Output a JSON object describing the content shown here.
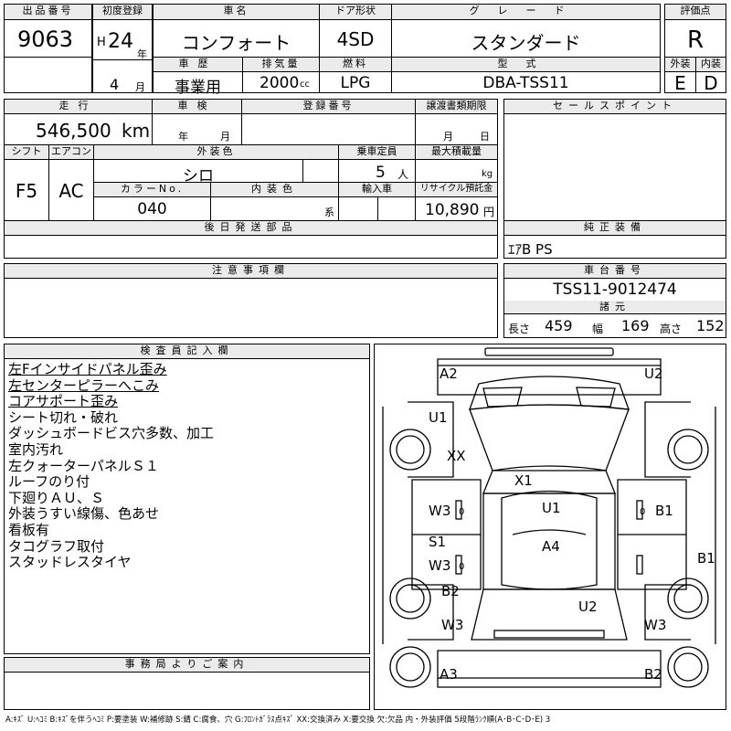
{
  "header": {
    "lot_label": "出品番号",
    "lot_value": "9063",
    "first_reg_label": "初度登録",
    "era": "H",
    "year": "24",
    "year_unit": "年",
    "month": "4",
    "month_unit": "月",
    "car_name_label": "車名",
    "car_name": "コンフォート",
    "door_label": "ドア形状",
    "door": "4SD",
    "grade_label": "グレード",
    "grade": "スタンダード",
    "score_label": "評価点",
    "score": "R",
    "history_label": "車歴",
    "history": "事業用",
    "displacement_label": "排気量",
    "displacement": "2000",
    "displacement_unit": "cc",
    "fuel_label": "燃料",
    "fuel": "LPG",
    "model_label": "型式",
    "model": "DBA-TSS11",
    "ext_label": "外装",
    "ext_grade": "E",
    "int_label": "内装",
    "int_grade": "D"
  },
  "mid": {
    "mileage_label": "走行",
    "mileage": "546,500",
    "mileage_unit": "km",
    "inspection_label": "車検",
    "year_unit": "年",
    "month_unit": "月",
    "reg_no_label": "登録番号",
    "transfer_label": "譲渡書類期限",
    "day_unit": "日",
    "shift_label": "シフト",
    "shift": "F5",
    "ac_label": "エアコン",
    "ac": "AC",
    "color_label": "外装色",
    "color": "シロ",
    "capacity_label": "乗車定員",
    "capacity": "5",
    "capacity_unit": "人",
    "load_label": "最大積載量",
    "load_unit": "kg",
    "color_no_label": "カラーNo.",
    "color_no": "040",
    "int_color_label": "内装色",
    "int_color_unit": "系",
    "import_label": "輸入車",
    "recycle_label": "リサイクル預託金",
    "recycle": "10,890",
    "recycle_unit": "円",
    "later_parts_label": "後日発送部品",
    "sales_label": "セールスポイント",
    "equip_label": "純正装備",
    "equip": "ｴｱB PS"
  },
  "notes": {
    "label": "注意事項欄"
  },
  "chassis": {
    "label": "車台番号",
    "number": "TSS11-9012474",
    "spec_label": "諸元",
    "length_label": "長さ",
    "length": "459",
    "width_label": "幅",
    "width": "169",
    "height_label": "高さ",
    "height": "152"
  },
  "inspector": {
    "label": "検査員記入欄",
    "lines": [
      {
        "text": "左Fインサイドパネル歪み",
        "underline": true
      },
      {
        "text": "左センターピラーへこみ",
        "underline": true
      },
      {
        "text": "コアサポート歪み",
        "underline": true
      },
      {
        "text": "シート切れ・破れ",
        "underline": false
      },
      {
        "text": "ダッシュボードビス穴多数、加工",
        "underline": false
      },
      {
        "text": "室内汚れ",
        "underline": false
      },
      {
        "text": "左クォーターパネルＳ１",
        "underline": false
      },
      {
        "text": "ルーフのり付",
        "underline": false
      },
      {
        "text": "下廻りＡＵ、Ｓ",
        "underline": false
      },
      {
        "text": "外装うすい線傷、色あせ",
        "underline": false
      },
      {
        "text": "看板有",
        "underline": false
      },
      {
        "text": "タコグラフ取付",
        "underline": false
      },
      {
        "text": "スタッドレスタイヤ",
        "underline": false
      }
    ]
  },
  "office": {
    "label": "事務局よりご案内"
  },
  "diagram": {
    "marks": [
      "A2",
      "U2",
      "U1",
      "XX",
      "X1",
      "U1",
      "W3",
      "B1",
      "S1",
      "A4",
      "W3",
      "B1",
      "B2",
      "U2",
      "W3",
      "W3",
      "A3",
      "B2"
    ],
    "small_labels": [
      "0",
      "0",
      "0"
    ]
  },
  "legend": "A:ｷｽﾞ U:ﾍｺﾐ B:ｷｽﾞを伴うﾍｺﾐ P:要塗装 W:補修跡 S:錆 C:腐食、穴 G:ﾌﾛﾝﾄｶﾞﾗｽ点ｷｽﾞ XX:交換済み X:要交換 欠:欠品 内・外装評価 5段階ﾗﾝｸ順(A･B･C･D･E) 3"
}
